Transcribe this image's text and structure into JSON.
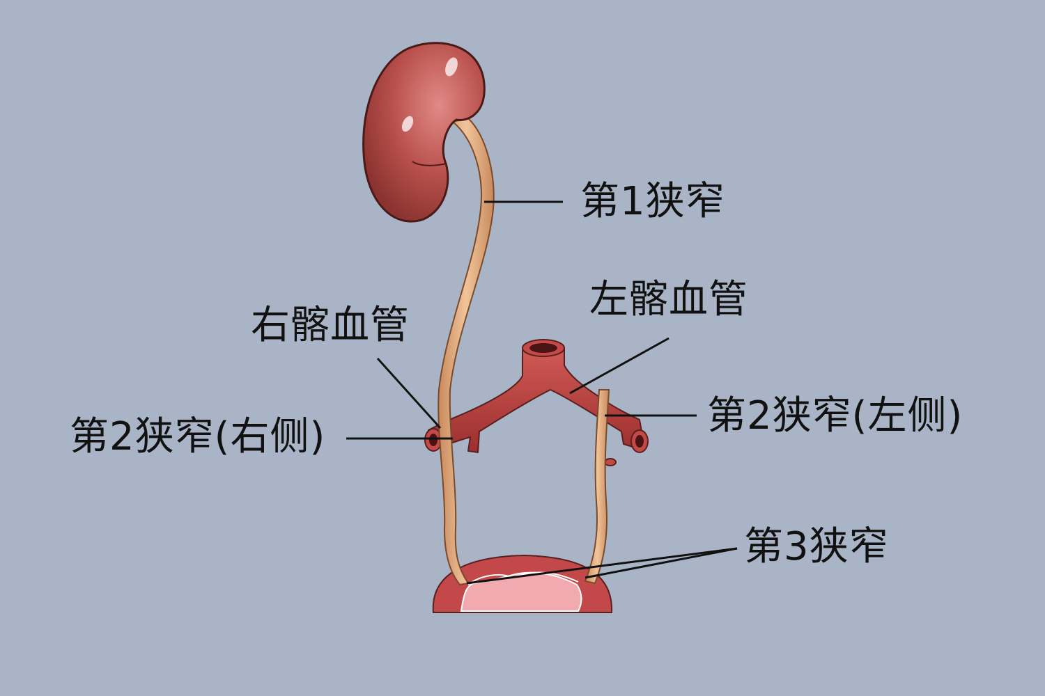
{
  "labels": {
    "narrowing_1": "第1狭窄",
    "right_iliac": "右髂血管",
    "left_iliac": "左髂血管",
    "narrowing_2_right": "第2狭窄(右侧)",
    "narrowing_2_left": "第2狭窄(左侧)",
    "narrowing_3": "第3狭窄"
  },
  "colors": {
    "background": "#a9b5c6",
    "kidney": "#b5504c",
    "vessel": "#b83e3c",
    "ureter": "#e0a878",
    "bladder": "#c2484a",
    "bladder_inner": "#f0aab0",
    "leader_line": "#111111"
  }
}
